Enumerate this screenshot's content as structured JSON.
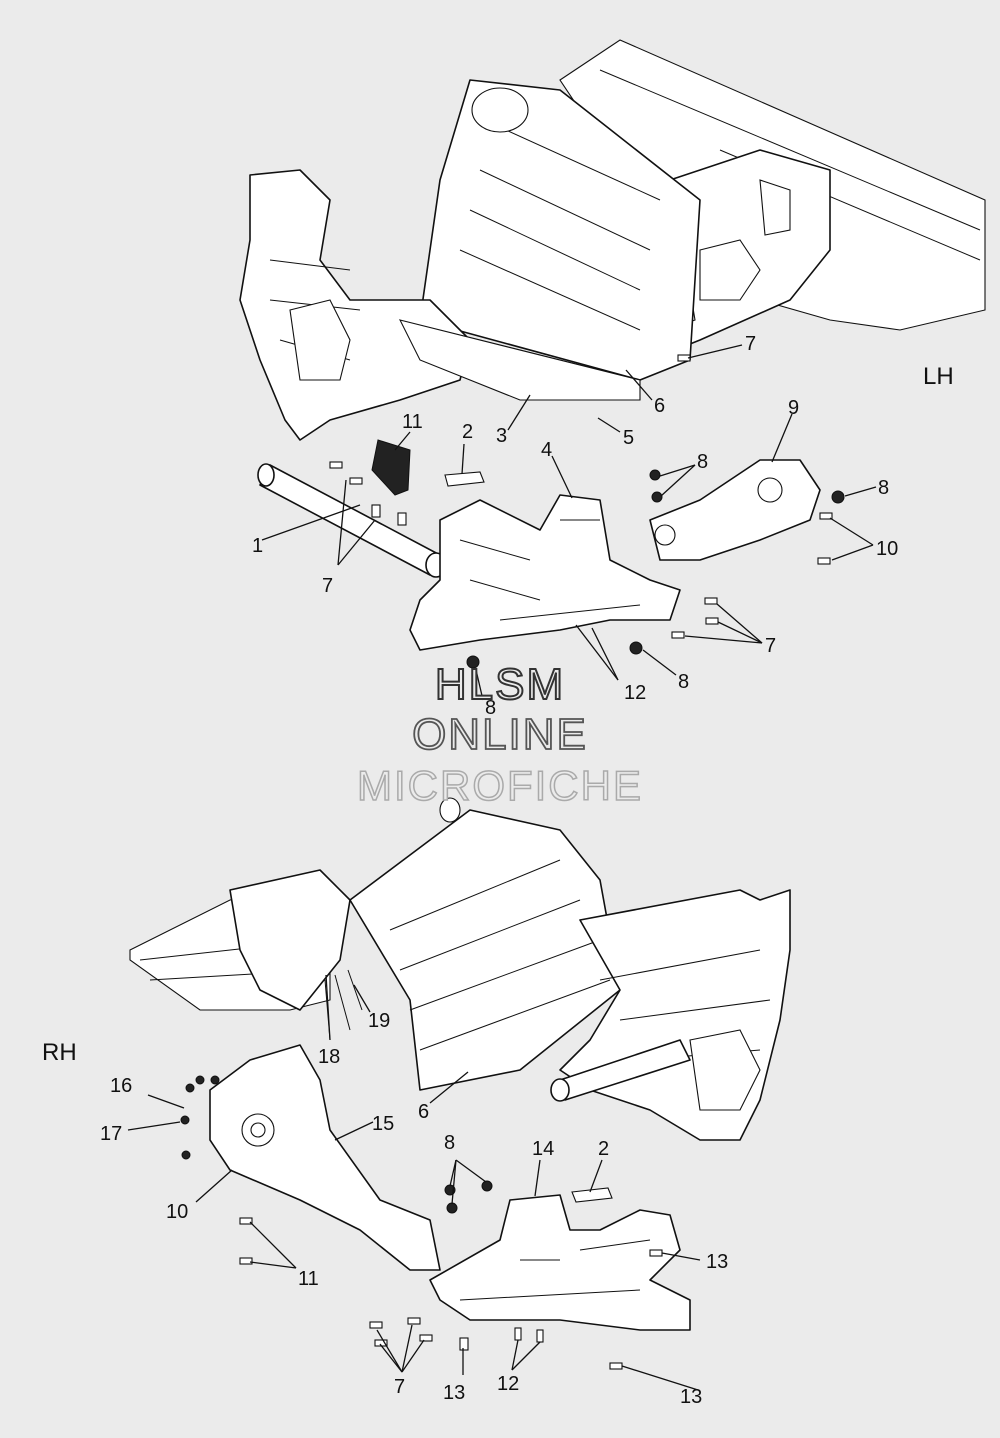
{
  "side_labels": {
    "lh": "LH",
    "rh": "RH"
  },
  "callouts_lh": [
    "1",
    "2",
    "3",
    "4",
    "5",
    "6",
    "7",
    "7",
    "7",
    "8",
    "8",
    "8",
    "8",
    "9",
    "10",
    "11",
    "12"
  ],
  "callouts_rh": [
    "2",
    "6",
    "7",
    "8",
    "10",
    "11",
    "12",
    "13",
    "13",
    "13",
    "14",
    "15",
    "16",
    "17",
    "18",
    "19"
  ],
  "watermark": {
    "line1": "HLSM",
    "line2": "ONLINE",
    "line3": "MICROFICHE"
  }
}
